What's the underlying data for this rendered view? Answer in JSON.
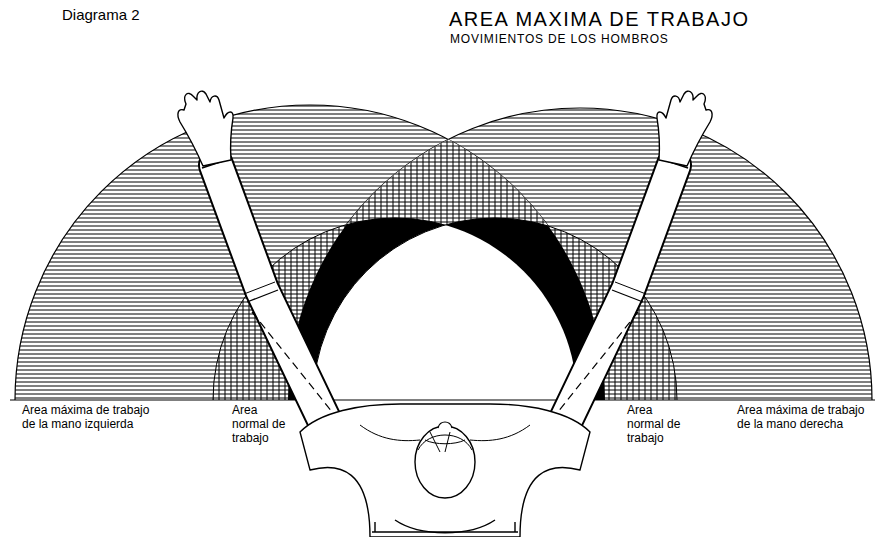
{
  "diagram": {
    "title": "AREA MAXIMA DE TRABAJO",
    "labels": [
      "Diagrama 2",
      "MOVIMIENTOS DE LOS HOMBROS",
      "Area máxima de trabajo de la mano izquierda",
      "Area normal de trabajo",
      "Area normal de trabajo",
      "Area máxima de trabajo de la mano derecha"
    ]
  }
}
